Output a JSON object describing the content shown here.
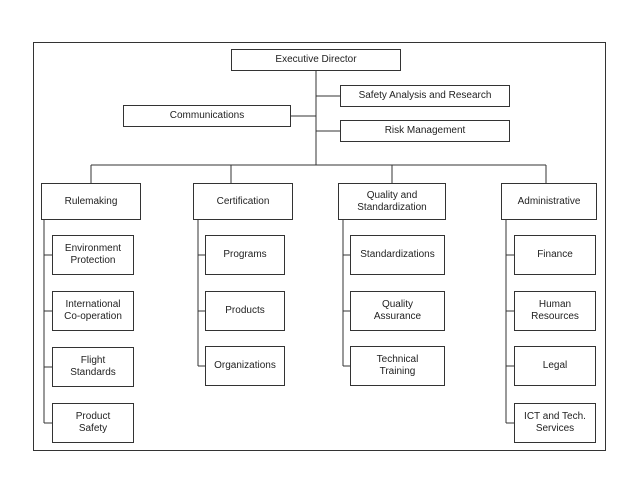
{
  "top": {
    "executive_director": "Executive Director",
    "safety_analysis": "Safety Analysis and Research",
    "communications": "Communications",
    "risk_management": "Risk Management"
  },
  "divisions": [
    {
      "title": "Rulemaking",
      "units": [
        "Environment\nProtection",
        "International\nCo-operation",
        "Flight\nStandards",
        "Product\nSafety"
      ]
    },
    {
      "title": "Certification",
      "units": [
        "Programs",
        "Products",
        "Organizations"
      ]
    },
    {
      "title": "Quality and\nStandardization",
      "units": [
        "Standardizations",
        "Quality\nAssurance",
        "Technical\nTraining"
      ]
    },
    {
      "title": "Administrative",
      "units": [
        "Finance",
        "Human\nResources",
        "Legal",
        "ICT and Tech.\nServices"
      ]
    }
  ]
}
